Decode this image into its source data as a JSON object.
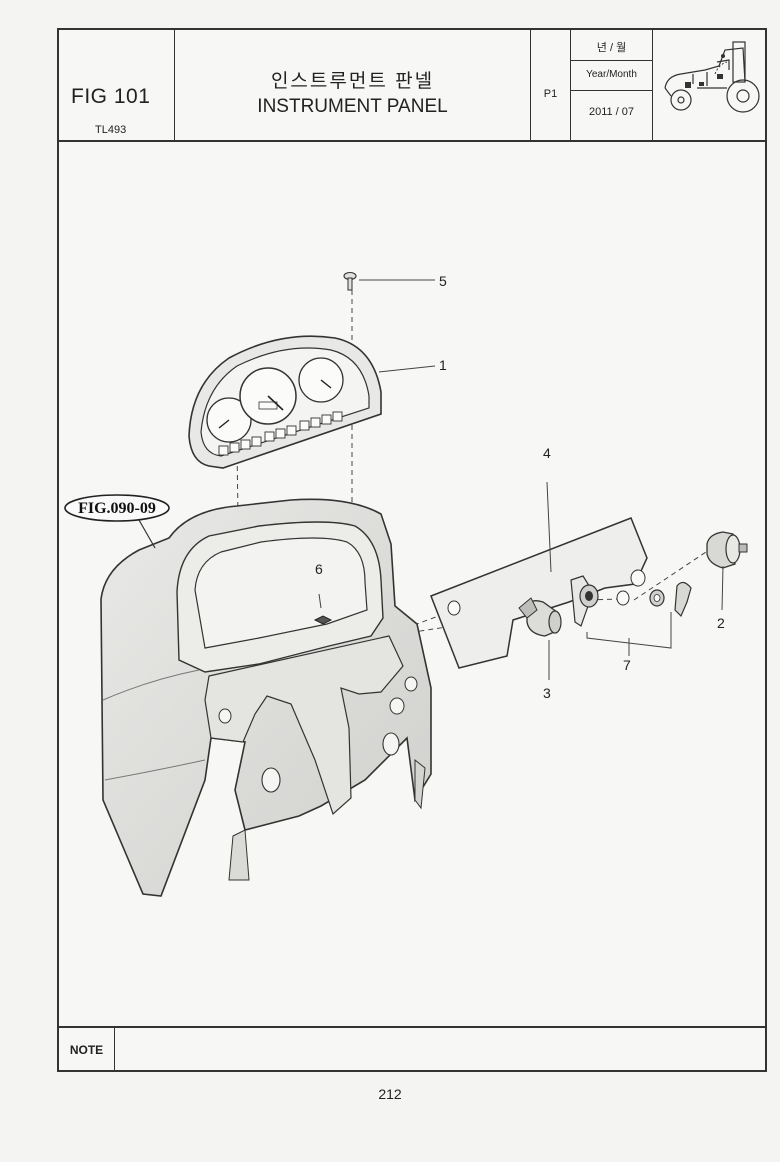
{
  "header": {
    "fig_no": "FIG 101",
    "model": "TL493",
    "title_ko": "인스트루먼트 판넬",
    "title_en": "INSTRUMENT PANEL",
    "page": "P1",
    "date_label_ko": "년 / 월",
    "date_label_en": "Year/Month",
    "date_value": "2011 / 07"
  },
  "diagram": {
    "reference_badge": "FIG.090-09",
    "callouts": [
      "1",
      "2",
      "3",
      "4",
      "5",
      "6",
      "7"
    ]
  },
  "note": {
    "label": "NOTE"
  },
  "footer": {
    "page_number": "212"
  }
}
